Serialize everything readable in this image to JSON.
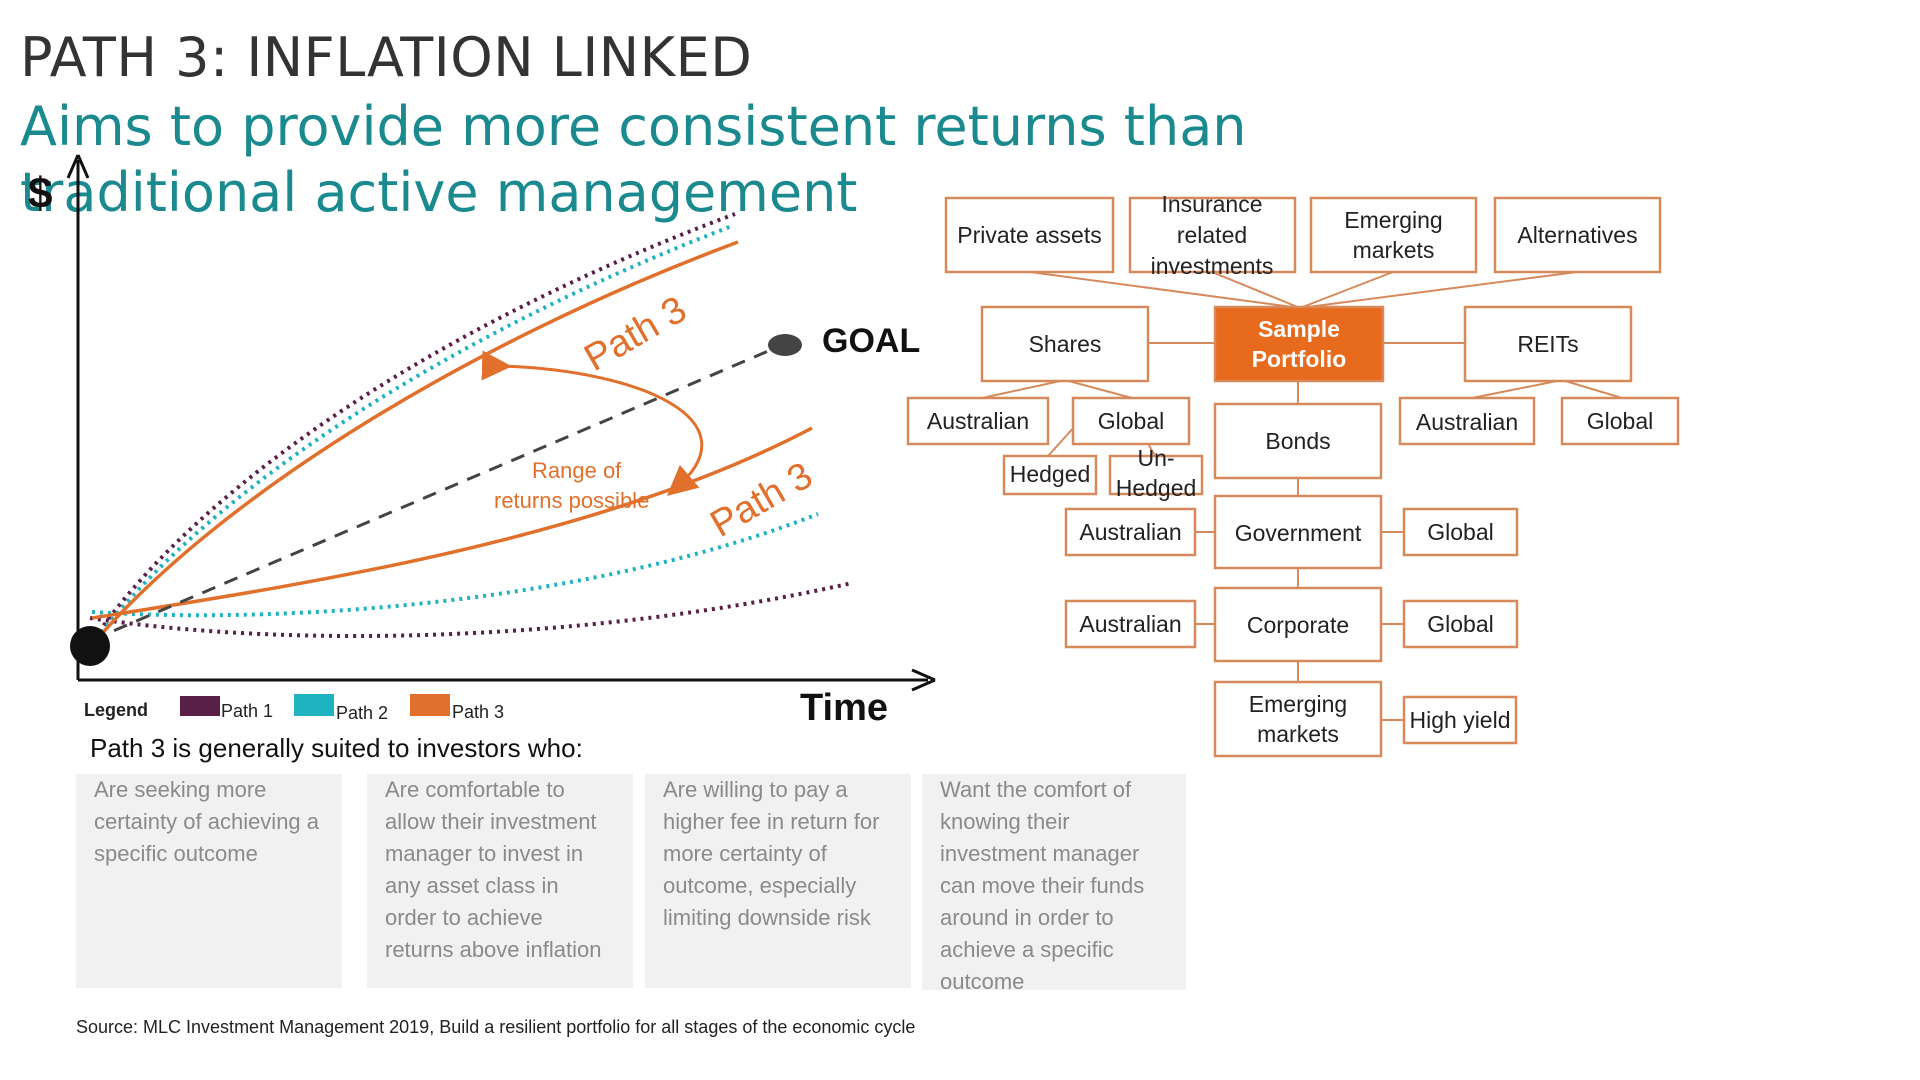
{
  "title": "PATH 3: INFLATION LINKED",
  "subtitle": "Aims to provide more consistent returns than traditional active management",
  "colors": {
    "path1": "#5a1f47",
    "path2": "#1fb3bf",
    "path3": "#e0702c",
    "box_border": "#d6895a",
    "box_fill_accent": "#e86a1c",
    "subtitle": "#1a8a8f"
  },
  "chart": {
    "y_axis_label": "$",
    "x_axis_label": "Time",
    "goal_label": "GOAL",
    "path3_upper_label": "Path 3",
    "path3_lower_label": "Path 3",
    "range_label_line1": "Range of",
    "range_label_line2": "returns possible",
    "legend": {
      "title": "Legend",
      "items": [
        {
          "label": "Path 1",
          "color": "#5a1f47"
        },
        {
          "label": "Path 2",
          "color": "#1fb3bf"
        },
        {
          "label": "Path 3",
          "color": "#e0702c"
        }
      ]
    }
  },
  "portfolio": {
    "center": {
      "line1": "Sample",
      "line2": "Portfolio"
    },
    "top_boxes": [
      {
        "lines": [
          "Private assets"
        ]
      },
      {
        "lines": [
          "Insurance",
          "related",
          "investments"
        ]
      },
      {
        "lines": [
          "Emerging",
          "markets"
        ]
      },
      {
        "lines": [
          "Alternatives"
        ]
      }
    ],
    "shares": {
      "label": "Shares",
      "australian": "Australian",
      "global": "Global",
      "hedged": "Hedged",
      "unhedged_line1": "Un-",
      "unhedged_line2": "Hedged"
    },
    "reits": {
      "label": "REITs",
      "australian": "Australian",
      "global": "Global"
    },
    "bonds": {
      "label": "Bonds",
      "government": "Government",
      "gov_australian": "Australian",
      "gov_global": "Global",
      "corporate": "Corporate",
      "corp_australian": "Australian",
      "corp_global": "Global",
      "emerging_line1": "Emerging",
      "emerging_line2": "markets",
      "high_yield": "High yield"
    }
  },
  "suited_heading": "Path 3 is generally suited to investors who:",
  "cards": [
    {
      "text": "Are seeking more certainty of achieving a specific outcome"
    },
    {
      "text": "Are comfortable to allow their investment manager to invest in any asset class in order to achieve returns above inflation"
    },
    {
      "text": "Are willing to pay a higher fee in return for more certainty of outcome, especially limiting downside risk"
    },
    {
      "text": "Want the comfort of knowing their investment manager can move their funds around in order to achieve a specific outcome"
    }
  ],
  "source": "Source: MLC Investment Management 2019, Build a resilient portfolio for all stages of the economic cycle"
}
